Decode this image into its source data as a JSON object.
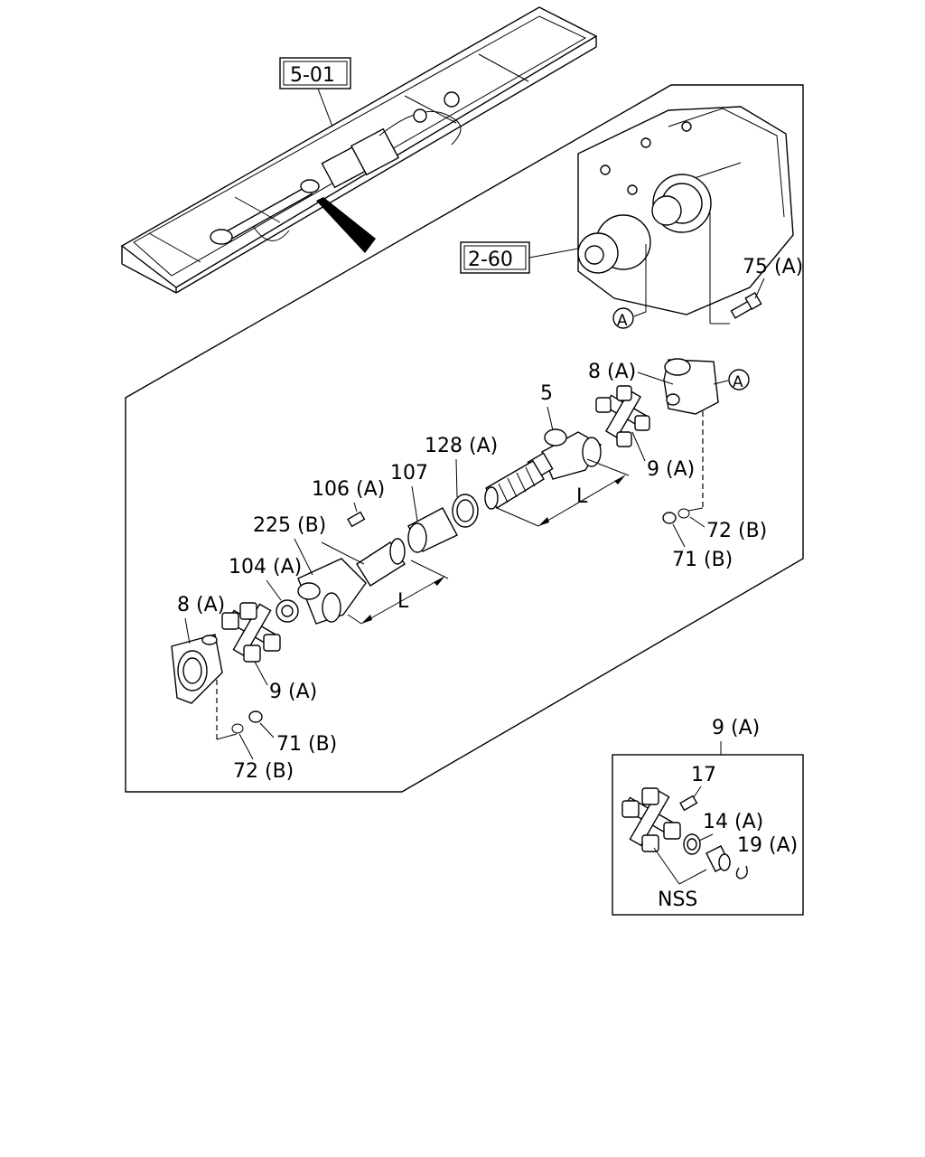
{
  "labels": {
    "ref_frame": "5-01",
    "ref_transmission": "2-60",
    "p75a": "75 (A)",
    "circle_a": "A",
    "p8a_top": "8 (A)",
    "p5": "5",
    "p9a_top": "9 (A)",
    "p128a": "128 (A)",
    "p107": "107",
    "p106a": "106 (A)",
    "p225b": "225 (B)",
    "p104a": "104 (A)",
    "dim_l": "L",
    "p72b_right": "72 (B)",
    "p71b_right": "71 (B)",
    "p8a_left": "8 (A)",
    "p9a_left": "9 (A)",
    "p71b_left": "71 (B)",
    "p72b_left": "72 (B)",
    "inset_title": "9 (A)",
    "p17": "17",
    "p14a": "14 (A)",
    "p19a": "19 (A)",
    "nss": "NSS"
  }
}
